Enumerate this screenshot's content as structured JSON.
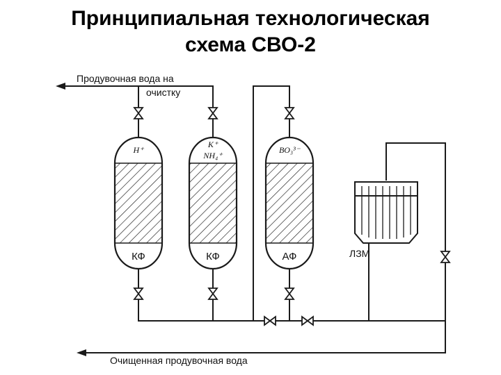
{
  "title": {
    "line1": "Принципиальная технологическая",
    "line2": "схема СВО-2"
  },
  "flows": {
    "blowdown_to_cleaning_line1": "Продувочная вода на",
    "blowdown_to_cleaning_line2": "очистку",
    "purified_water": "Очищенная продувочная вода"
  },
  "units": [
    {
      "id": "filter-1",
      "type_label": "КФ",
      "ions": [
        "H⁺"
      ]
    },
    {
      "id": "filter-2",
      "type_label": "КФ",
      "ions": [
        "K⁺",
        "NH₄⁺"
      ]
    },
    {
      "id": "filter-3",
      "type_label": "АФ",
      "ions": [
        "BO₃³⁻"
      ]
    }
  ],
  "trap": {
    "label": "ЛЗМ"
  },
  "colors": {
    "line": "#1a1a1a",
    "background": "#ffffff"
  }
}
